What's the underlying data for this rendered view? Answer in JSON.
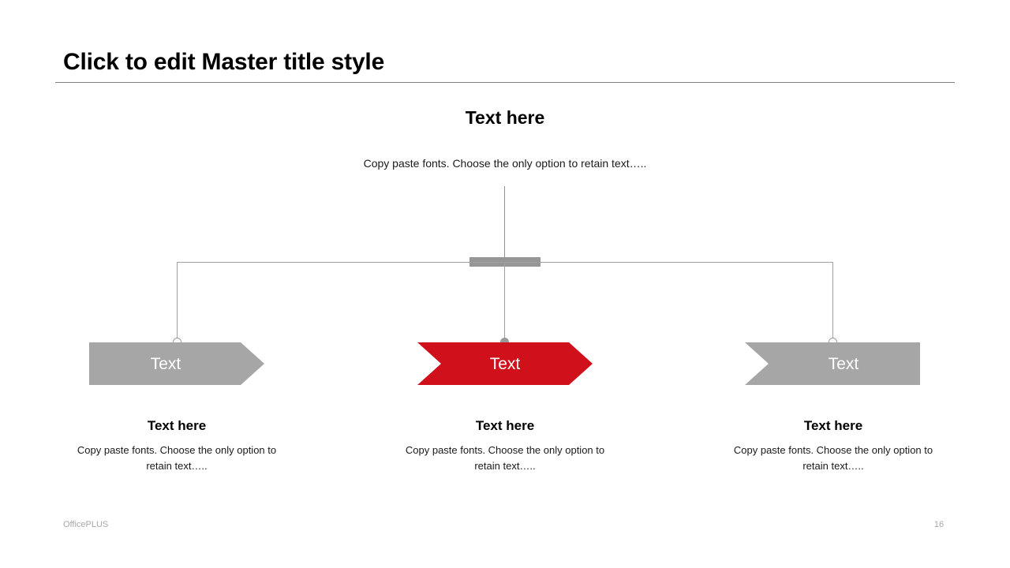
{
  "slide": {
    "title": "Click to edit Master title style",
    "top_section": {
      "heading": "Text here",
      "body": "Copy paste fonts.  Choose the only option to retain text….."
    },
    "arrows": [
      {
        "label": "Text",
        "color": "#A6A6A6",
        "style": "head"
      },
      {
        "label": "Text",
        "color": "#D0111B",
        "style": "chevron"
      },
      {
        "label": "Text",
        "color": "#A6A6A6",
        "style": "tail"
      }
    ],
    "captions": [
      {
        "title": "Text here",
        "body": "Copy paste fonts. Choose the only option to retain text….."
      },
      {
        "title": "Text here",
        "body": "Copy paste fonts. Choose the only option to retain text….."
      },
      {
        "title": "Text here",
        "body": "Copy paste fonts. Choose the only option to retain text….."
      }
    ],
    "footer": {
      "brand": "OfficePLUS",
      "page_number": "16"
    },
    "colors": {
      "accent_red": "#D0111B",
      "neutral_gray": "#A6A6A6",
      "connector_gray": "#A0A0A0",
      "rule_gray": "#808080",
      "footer_gray": "#A6A6A6"
    }
  }
}
